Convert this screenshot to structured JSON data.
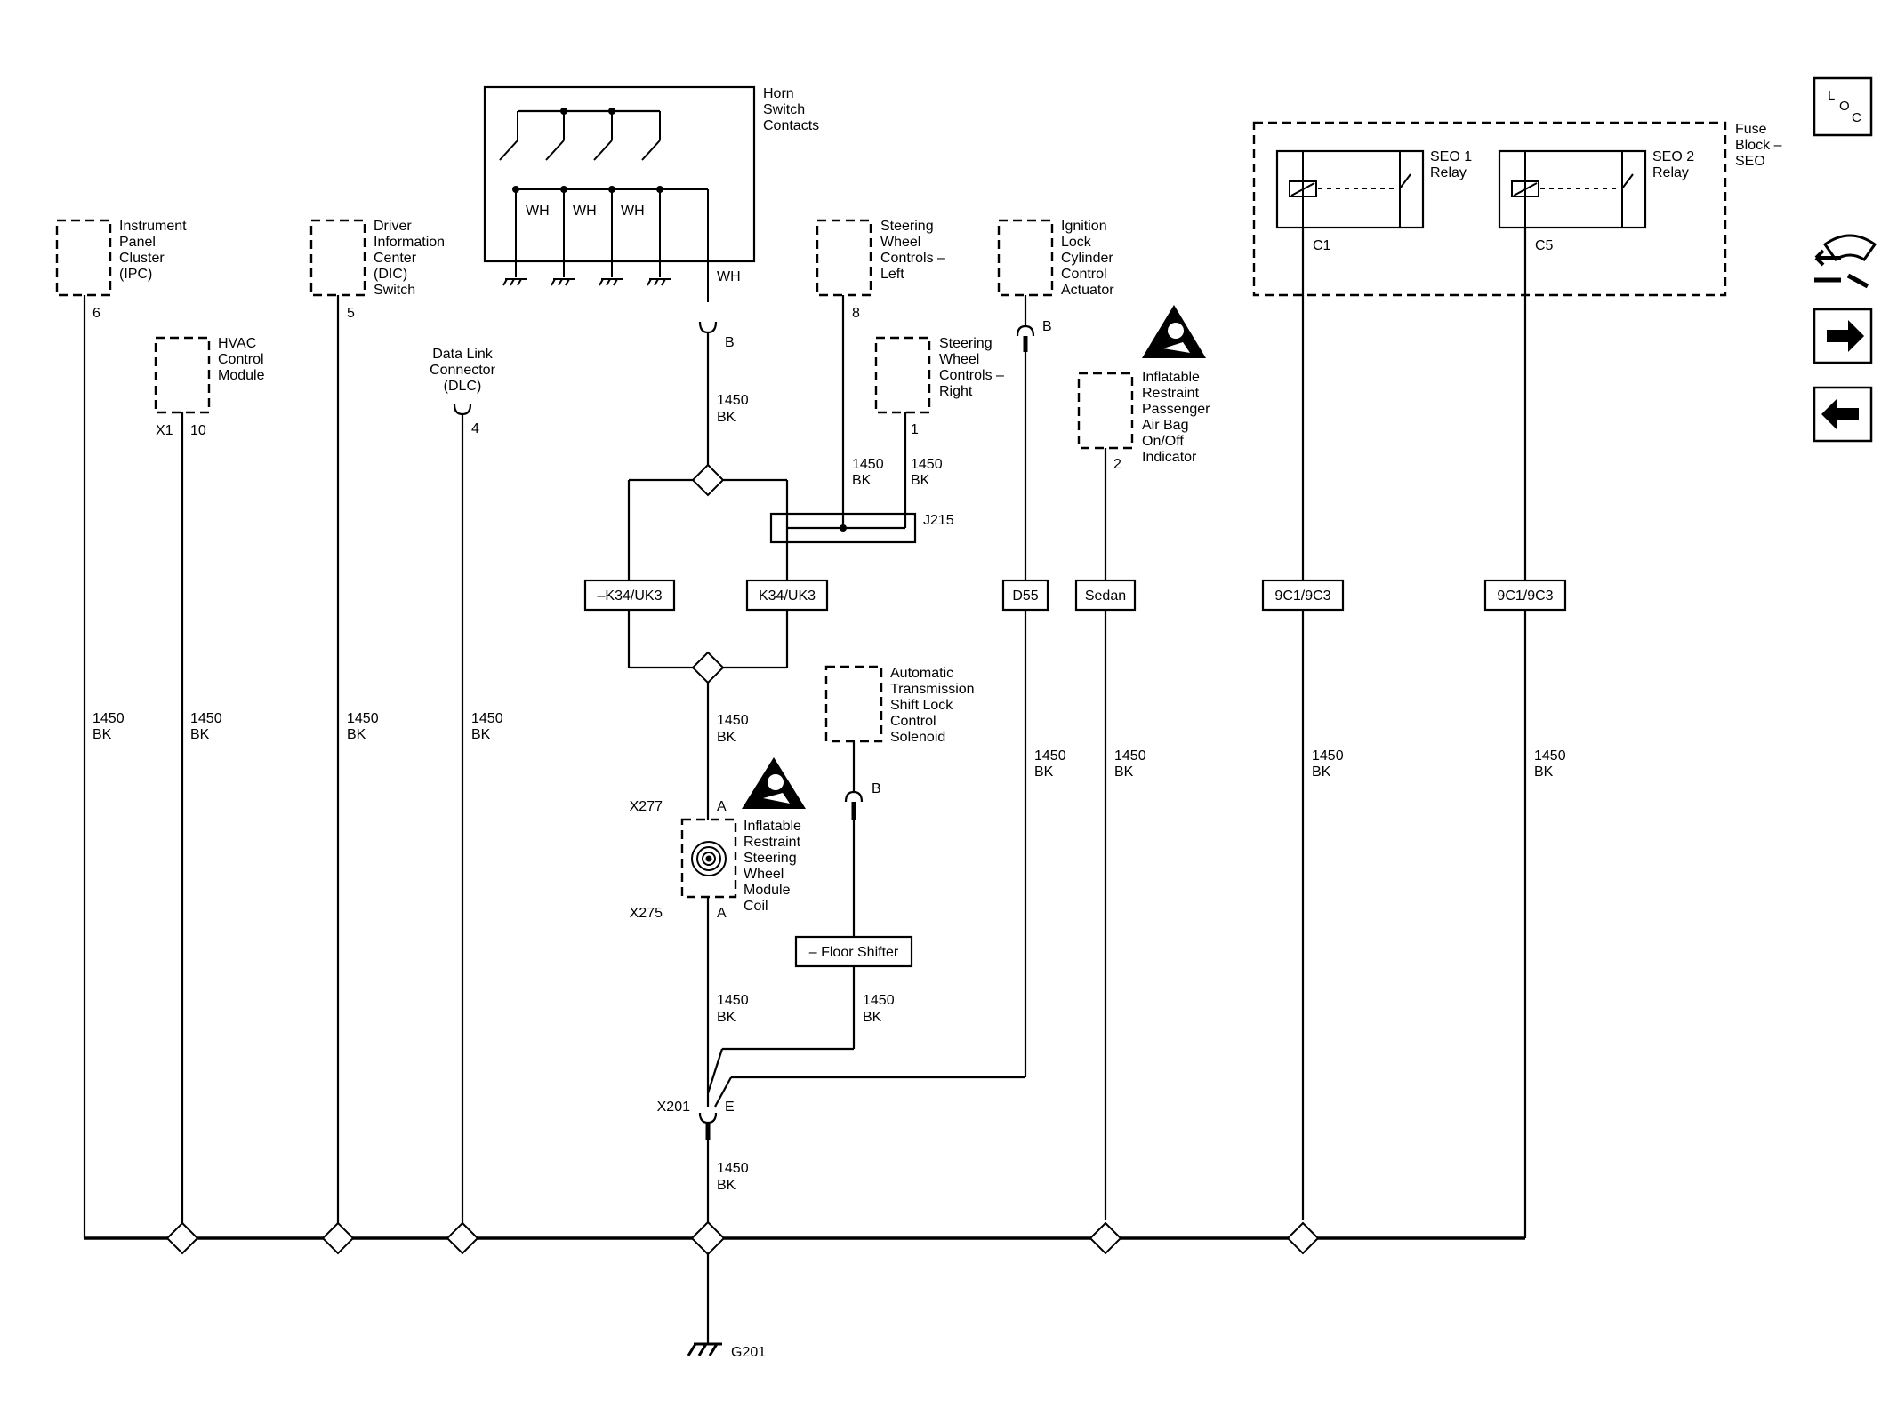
{
  "horn_switch": {
    "label": [
      "Horn",
      "Switch",
      "Contacts"
    ],
    "wire_colors": [
      "WH",
      "WH",
      "WH"
    ],
    "out_wire": "WH",
    "terminal": "B"
  },
  "components": {
    "ipc": {
      "label": [
        "Instrument",
        "Panel",
        "Cluster",
        "(IPC)"
      ],
      "pin": "6"
    },
    "dic": {
      "label": [
        "Driver",
        "Information",
        "Center",
        "(DIC)",
        "Switch"
      ],
      "pin": "5"
    },
    "hvac": {
      "label": [
        "HVAC",
        "Control",
        "Module"
      ],
      "connector": "X1",
      "pin": "10"
    },
    "dlc": {
      "label": [
        "Data Link",
        "Connector",
        "(DLC)"
      ],
      "pin": "4"
    },
    "swc_left": {
      "label": [
        "Steering",
        "Wheel",
        "Controls –",
        "Left"
      ],
      "pin": "8"
    },
    "swc_right": {
      "label": [
        "Steering",
        "Wheel",
        "Controls –",
        "Right"
      ],
      "pin": "1"
    },
    "ignition": {
      "label": [
        "Ignition",
        "Lock",
        "Cylinder",
        "Control",
        "Actuator"
      ],
      "terminal": "B"
    },
    "pass_airbag": {
      "label": [
        "Inflatable",
        "Restraint",
        "Passenger",
        "Air Bag",
        "On/Off",
        "Indicator"
      ],
      "pin": "2"
    },
    "shift_lock": {
      "label": [
        "Automatic",
        "Transmission",
        "Shift Lock",
        "Control",
        "Solenoid"
      ],
      "terminal": "B"
    },
    "sw_coil": {
      "label": [
        "Inflatable",
        "Restraint",
        "Steering",
        "Wheel",
        "Module",
        "Coil"
      ],
      "top_conn": "X277",
      "top_pin": "A",
      "bot_conn": "X275",
      "bot_pin": "A"
    }
  },
  "fuse_block": {
    "label": [
      "Fuse",
      "Block –",
      "SEO"
    ],
    "relays": [
      {
        "label": [
          "SEO 1",
          "Relay"
        ],
        "pin": "C1"
      },
      {
        "label": [
          "SEO 2",
          "Relay"
        ],
        "pin": "C5"
      }
    ]
  },
  "splice": {
    "label": "J215"
  },
  "option_tags": {
    "not_k34": "–K34/UK3",
    "k34": "K34/UK3",
    "d55": "D55",
    "sedan": "Sedan",
    "seo1": "9C1/9C3",
    "seo2": "9C1/9C3",
    "floor_shifter": "– Floor Shifter"
  },
  "wires": {
    "circuit": "1450",
    "color": "BK"
  },
  "connector_x201": {
    "name": "X201",
    "pin": "E"
  },
  "ground": {
    "label": "G201"
  },
  "loc": {
    "l": "L",
    "o": "O",
    "c": "C"
  },
  "nav": {
    "icons": [
      "back-to-top-icon",
      "next-page-icon",
      "previous-page-icon"
    ]
  }
}
